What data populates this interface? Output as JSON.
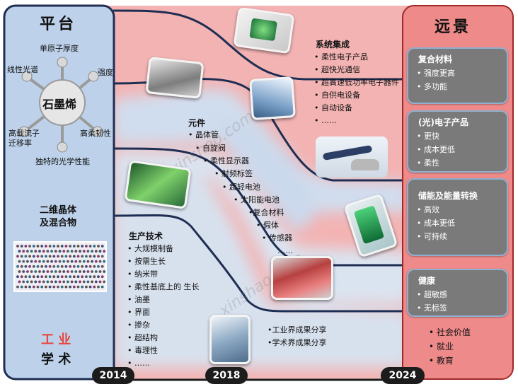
{
  "platform": {
    "title": "平台",
    "hub": "石墨烯",
    "props": [
      "单原子厚度",
      "线性光谱",
      "强度",
      "高载流子",
      "迁移率",
      "高柔韧性",
      "独特的光学性能"
    ],
    "section2_line1": "二维晶体",
    "section2_line2": "及混合物",
    "industry": "工 业",
    "academic": "学 术"
  },
  "vision": {
    "title": "远景",
    "cards": [
      {
        "title": "复合材料",
        "items": [
          "强度更高",
          "多功能"
        ]
      },
      {
        "title": "(光)电子产品",
        "items": [
          "更快",
          "成本更低",
          "柔性"
        ]
      },
      {
        "title": "储能及能量转换",
        "items": [
          "高效",
          "成本更低",
          "可持续"
        ]
      },
      {
        "title": "健康",
        "items": [
          "超敏感",
          "无标签"
        ]
      }
    ],
    "bottom_items": [
      "社会价值",
      "就业",
      "教育"
    ]
  },
  "system": {
    "title": "系统集成",
    "items": [
      "柔性电子产品",
      "超快光通信",
      "超高速低功率电子器件",
      "自供电设备",
      "自动设备",
      "……"
    ]
  },
  "components": {
    "title": "元件",
    "items": [
      "晶体管",
      "自旋阀",
      "柔性显示器",
      "射频标签",
      "超轻电池",
      "太阳能电池",
      "复合材料",
      "假体",
      "传感器",
      "……"
    ]
  },
  "production": {
    "title": "生产技术",
    "items": [
      "大规模制备",
      "按需生长",
      "纳米带",
      "柔性基底上的 生长",
      "油墨",
      "界面",
      "掺杂",
      "超结构",
      "毒理性",
      "……"
    ]
  },
  "sharing": {
    "items": [
      "工业界成果分享",
      "学术界成果分享"
    ]
  },
  "years": [
    "2014",
    "2018",
    "2024"
  ],
  "watermarks": [
    "xinshao.com",
    "xinshao.com"
  ],
  "colors": {
    "left_panel": "#bdd2ea",
    "right_panel": "#ee8a8a",
    "border_navy": "#1e2d52",
    "card_fill": "#7a7a7a",
    "industry_red": "#e8463c"
  }
}
